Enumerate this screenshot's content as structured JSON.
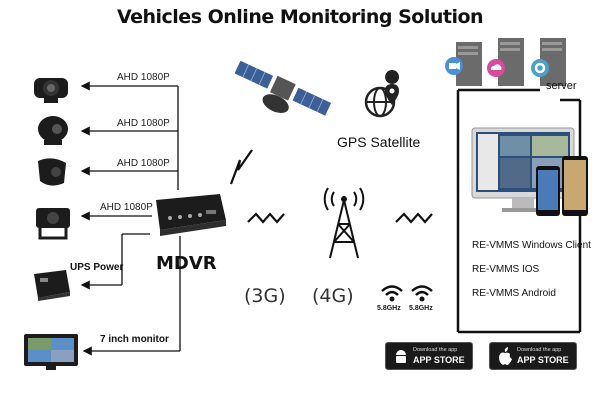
{
  "title": "Vehicles Online Monitoring Solution",
  "cameras": [
    {
      "label": "AHD 1080P",
      "icon": "dome-camera-icon"
    },
    {
      "label": "AHD 1080P",
      "icon": "ball-camera-icon"
    },
    {
      "label": "AHD 1080P",
      "icon": "side-camera-icon"
    },
    {
      "label": "AHD 1080P",
      "icon": "rear-camera-icon"
    }
  ],
  "ups_label": "UPS Power",
  "monitor_label": "7 inch monitor",
  "mdvr_label": "MDVR",
  "gps_label": "GPS Satellite",
  "networks": [
    "3G",
    "4G"
  ],
  "wifi": [
    "5.8GHz",
    "5.8GHz"
  ],
  "server_label": "server",
  "clients": [
    "RE-VMMS Windows Client",
    "RE-VMMS IOS",
    "RE-VMMS Android"
  ],
  "stores": [
    {
      "small": "Download the app",
      "big": "APP STORE",
      "icon": "android-icon"
    },
    {
      "small": "Download the app",
      "big": "APP STORE",
      "icon": "apple-icon"
    }
  ],
  "colors": {
    "line": "#111111",
    "device": "#1c1c1c",
    "text": "#111111",
    "screen": "#5a8fc8"
  }
}
